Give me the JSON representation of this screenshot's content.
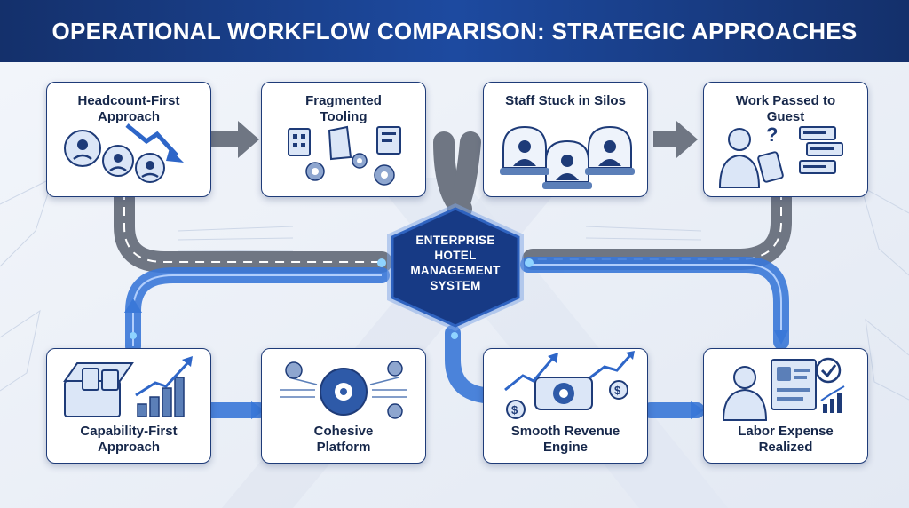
{
  "header": {
    "title": "OPERATIONAL WORKFLOW COMPARISON: STRATEGIC APPROACHES"
  },
  "center": {
    "label": "ENTERPRISE\nHOTEL\nMANAGEMENT\nSYSTEM"
  },
  "top_row": [
    {
      "label": "Headcount-First\nApproach",
      "icon": "people-decline-icon"
    },
    {
      "label": "Fragmented\nTooling",
      "icon": "broken-tools-icon"
    },
    {
      "label": "Staff Stuck in Silos",
      "icon": "silo-domes-icon"
    },
    {
      "label": "Work Passed to\nGuest",
      "icon": "confused-guest-icon"
    }
  ],
  "bottom_row": [
    {
      "label": "Capability-First\nApproach",
      "icon": "toolbox-growth-icon"
    },
    {
      "label": "Cohesive\nPlatform",
      "icon": "connected-gears-icon"
    },
    {
      "label": "Smooth Revenue\nEngine",
      "icon": "revenue-engine-icon"
    },
    {
      "label": "Labor Expense\nRealized",
      "icon": "staff-dashboard-icon"
    }
  ],
  "colors": {
    "header": "#1d4aa0",
    "gray_road": "#6f7683",
    "blue_road": "#3a78d8",
    "hex": "#173a85"
  }
}
